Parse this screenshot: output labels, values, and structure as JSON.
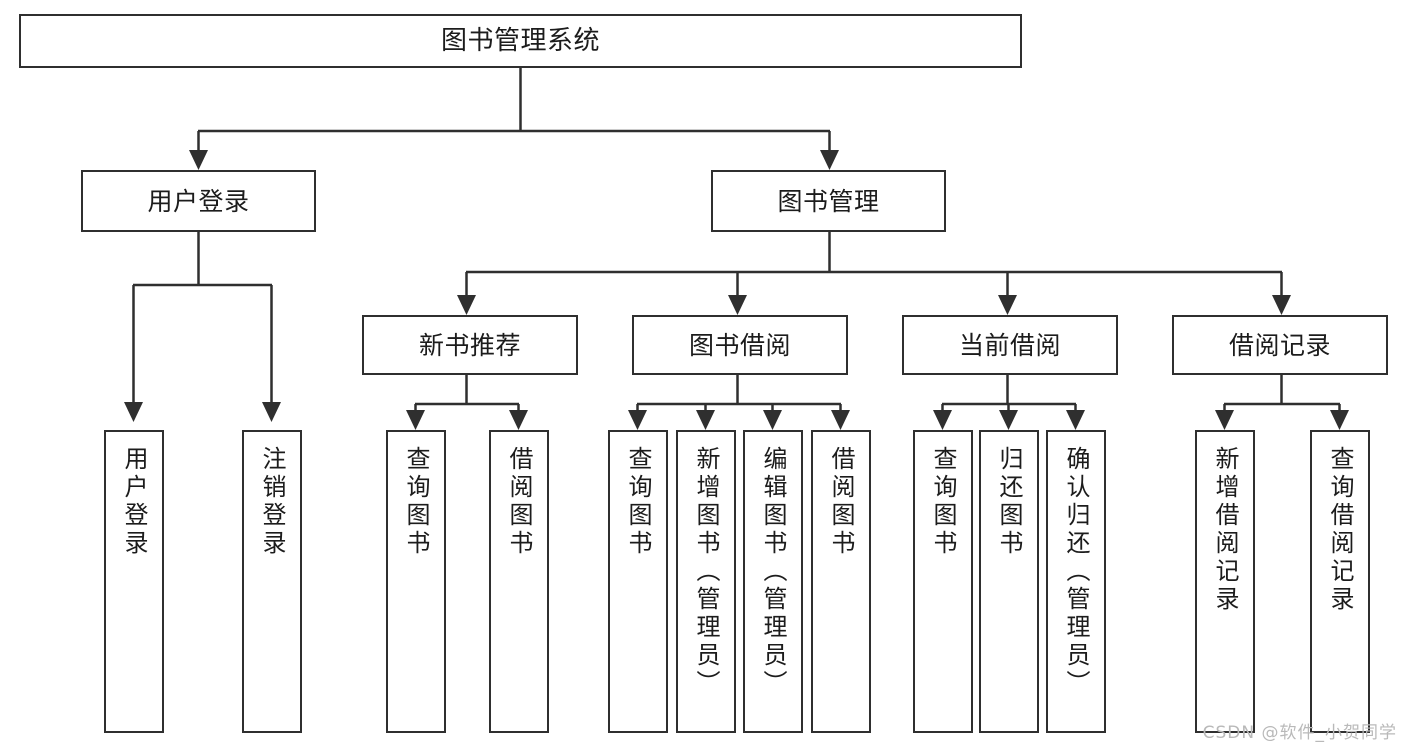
{
  "diagram": {
    "title": "图书管理系统",
    "type": "tree-hierarchy-diagram",
    "watermark": "CSDN @软件_小贺同学",
    "colors": {
      "stroke": "#2f2f2f",
      "fill": "#ffffff",
      "text": "#1c1c1c",
      "watermark": "#b9b9b9"
    },
    "root": {
      "label": "图书管理系统"
    },
    "level2": [
      {
        "id": "user-login",
        "label": "用户登录"
      },
      {
        "id": "book-management",
        "label": "图书管理"
      }
    ],
    "level3": [
      {
        "id": "new-book-recommend",
        "label": "新书推荐",
        "parent": "book-management"
      },
      {
        "id": "book-borrow",
        "label": "图书借阅",
        "parent": "book-management"
      },
      {
        "id": "current-borrow",
        "label": "当前借阅",
        "parent": "book-management"
      },
      {
        "id": "borrow-record",
        "label": "借阅记录",
        "parent": "book-management"
      }
    ],
    "leaves": [
      {
        "id": "leaf-user-login",
        "label": "用户登录",
        "parent": "user-login"
      },
      {
        "id": "leaf-logout",
        "label": "注销登录",
        "parent": "user-login"
      },
      {
        "id": "leaf-query-book-1",
        "label": "查询图书",
        "parent": "new-book-recommend"
      },
      {
        "id": "leaf-borrow-book-1",
        "label": "借阅图书",
        "parent": "new-book-recommend"
      },
      {
        "id": "leaf-query-book-2",
        "label": "查询图书",
        "parent": "book-borrow"
      },
      {
        "id": "leaf-add-book",
        "label": "新增图书（管理员）",
        "parent": "book-borrow"
      },
      {
        "id": "leaf-edit-book",
        "label": "编辑图书（管理员）",
        "parent": "book-borrow"
      },
      {
        "id": "leaf-borrow-book-2",
        "label": "借阅图书",
        "parent": "book-borrow"
      },
      {
        "id": "leaf-query-book-3",
        "label": "查询图书",
        "parent": "current-borrow"
      },
      {
        "id": "leaf-return-book",
        "label": "归还图书",
        "parent": "current-borrow"
      },
      {
        "id": "leaf-confirm-return",
        "label": "确认归还（管理员）",
        "parent": "current-borrow"
      },
      {
        "id": "leaf-add-record",
        "label": "新增借阅记录",
        "parent": "borrow-record"
      },
      {
        "id": "leaf-query-record",
        "label": "查询借阅记录",
        "parent": "borrow-record"
      }
    ]
  }
}
